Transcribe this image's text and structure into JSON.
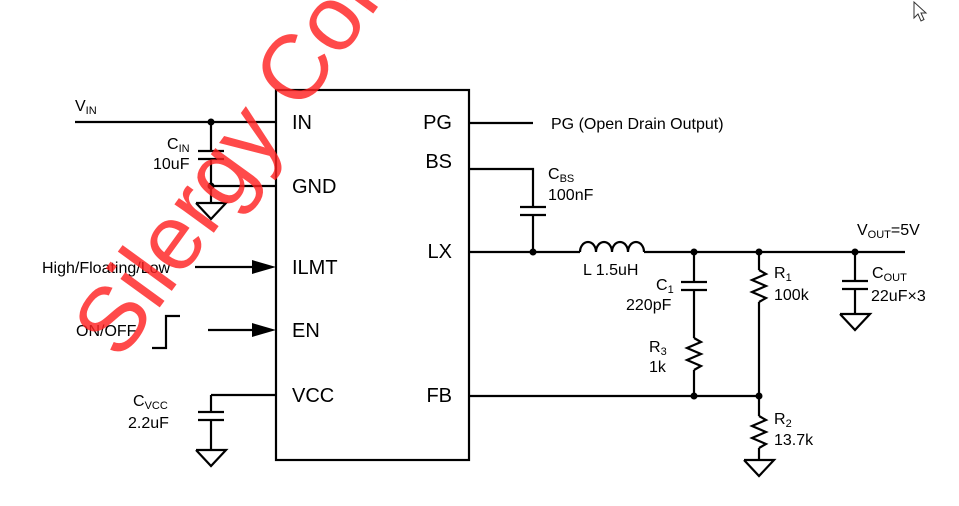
{
  "chip": {
    "pins_left": {
      "in": "IN",
      "gnd": "GND",
      "ilmt": "ILMT",
      "en": "EN",
      "vcc": "VCC"
    },
    "pins_right": {
      "pg": "PG",
      "bs": "BS",
      "lx": "LX",
      "fb": "FB"
    }
  },
  "labels": {
    "vin_main": "V",
    "vin_sub": "IN",
    "pg_output": "PG (Open Drain Output)",
    "ilmt_input": "High/Floating/Low",
    "en_input": "ON/OFF",
    "vout_main": "V",
    "vout_sub": "OUT",
    "vout_value": "=5V"
  },
  "components": {
    "cin": {
      "main": "C",
      "sub": "IN",
      "value": "10uF"
    },
    "cbs": {
      "main": "C",
      "sub": "BS",
      "value": "100nF"
    },
    "inductor": {
      "label": "L 1.5uH"
    },
    "c1": {
      "main": "C",
      "sub": "1",
      "value": "220pF"
    },
    "r1": {
      "main": "R",
      "sub": "1",
      "value": "100k"
    },
    "r2": {
      "main": "R",
      "sub": "2",
      "value": "13.7k"
    },
    "r3": {
      "main": "R",
      "sub": "3",
      "value": "1k"
    },
    "cout": {
      "main": "C",
      "sub": "OUT",
      "value": "22uF×3"
    },
    "cvcc": {
      "main": "C",
      "sub": "VCC",
      "value": "2.2uF"
    }
  },
  "watermark": "Silergy Corp",
  "icons": {
    "cursor": "mouse-pointer-icon",
    "ground": "ground-icon"
  }
}
